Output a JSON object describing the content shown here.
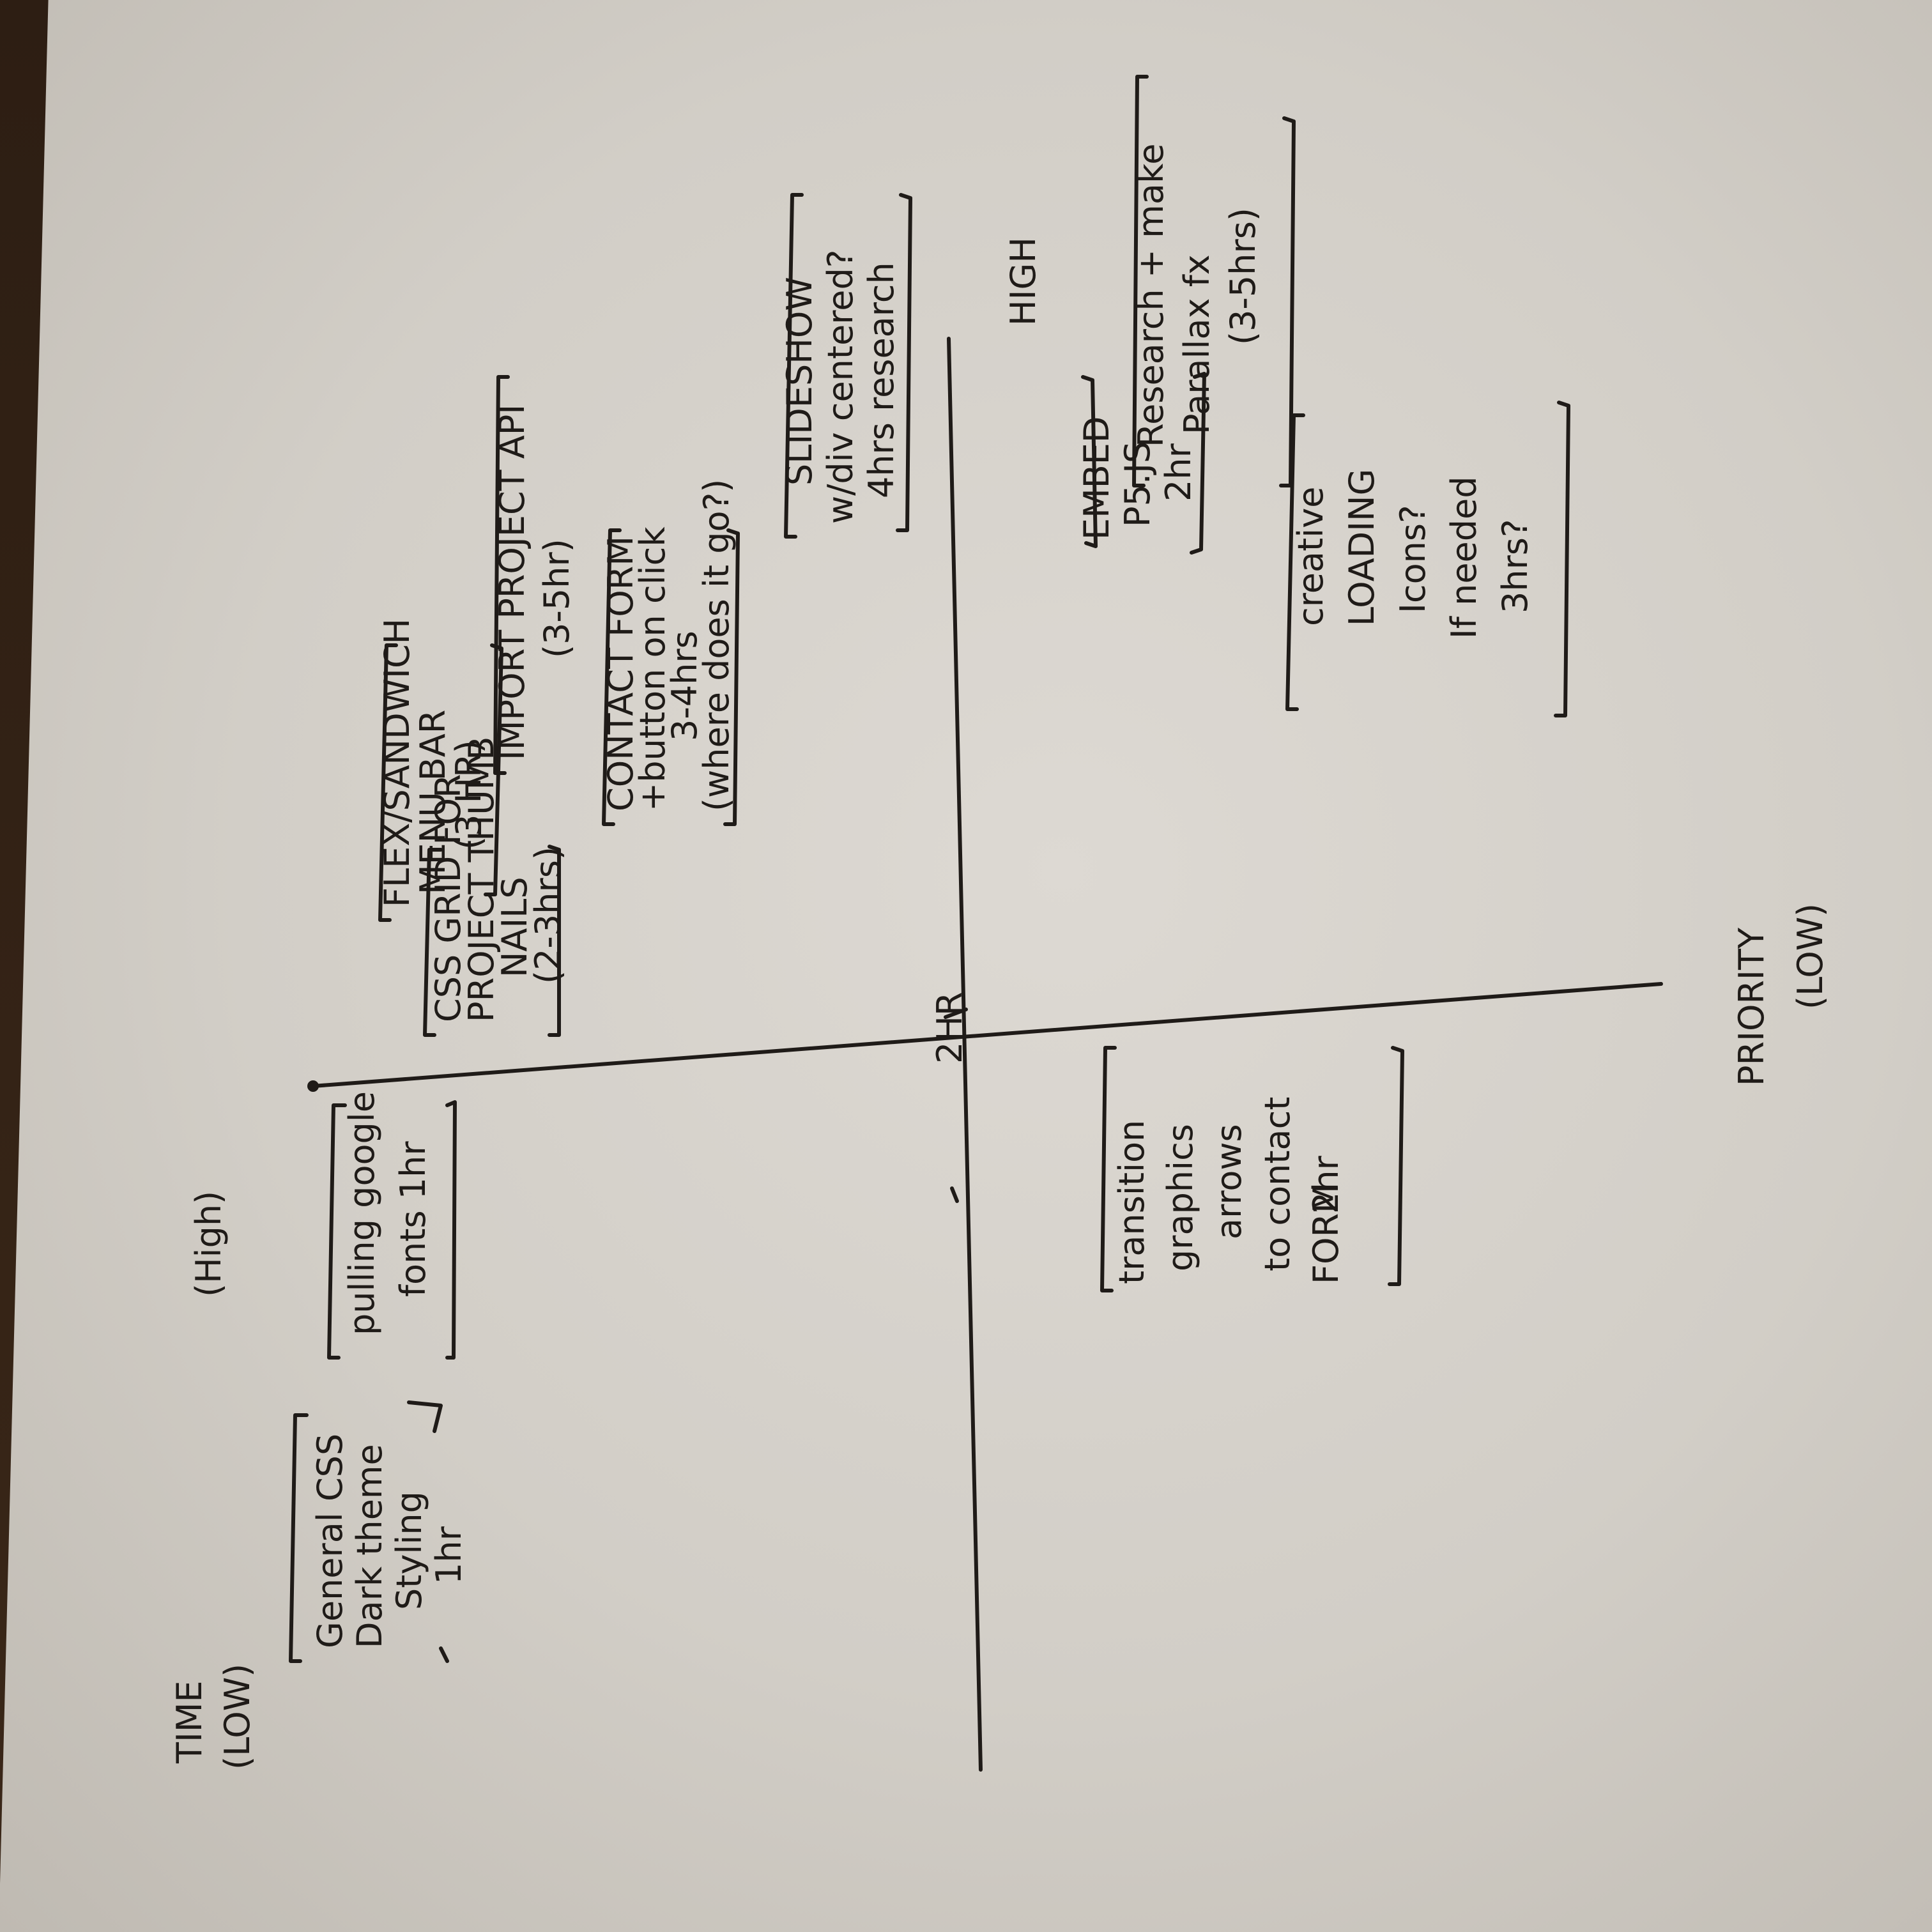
{
  "axes": {
    "time_label": "TIME",
    "time_low": "(LOW)",
    "time_high": "(High)",
    "priority_label": "PRIORITY",
    "priority_low": "(LOW)",
    "priority_high": "HIGH",
    "center_mark": "2HR"
  },
  "notes": [
    {
      "id": "general-css",
      "lines": [
        "General CSS",
        "Dark theme",
        "Styling",
        "1hr"
      ]
    },
    {
      "id": "google-fonts",
      "lines": [
        "pulling google",
        "fonts 1hr"
      ]
    },
    {
      "id": "css-grid",
      "lines": [
        "CSS GRID FOR",
        "PROJECT THUMB",
        "NAILS",
        "(2-3hrs)"
      ]
    },
    {
      "id": "flex-menu",
      "lines": [
        "FLEX/SANDWICH",
        "MENU BAR",
        "(3 HR)"
      ]
    },
    {
      "id": "embed-js",
      "lines": [
        "EMBED",
        "P5.JS",
        "2hr"
      ]
    },
    {
      "id": "import-project-api",
      "lines": [
        "IMPORT PROJECT API",
        "(3-5hr)"
      ]
    },
    {
      "id": "contact-form",
      "lines": [
        "CONTACT FORM",
        "+button on click",
        "3-4hrs",
        "(where does it go?)"
      ]
    },
    {
      "id": "slideshow",
      "lines": [
        "SLIDESHOW",
        "w/div centered?",
        "4hrs research"
      ]
    },
    {
      "id": "parallax",
      "lines": [
        "Research + make",
        "Parallax fx",
        "(3-5hrs)"
      ]
    },
    {
      "id": "loading-icons",
      "lines": [
        "creative",
        "LOADING",
        "Icons?",
        "If needed",
        "3hrs?"
      ]
    },
    {
      "id": "transition-graphics",
      "lines": [
        "transition",
        "graphics",
        "arrows",
        "to contact",
        "FORM",
        "2hr"
      ]
    }
  ]
}
